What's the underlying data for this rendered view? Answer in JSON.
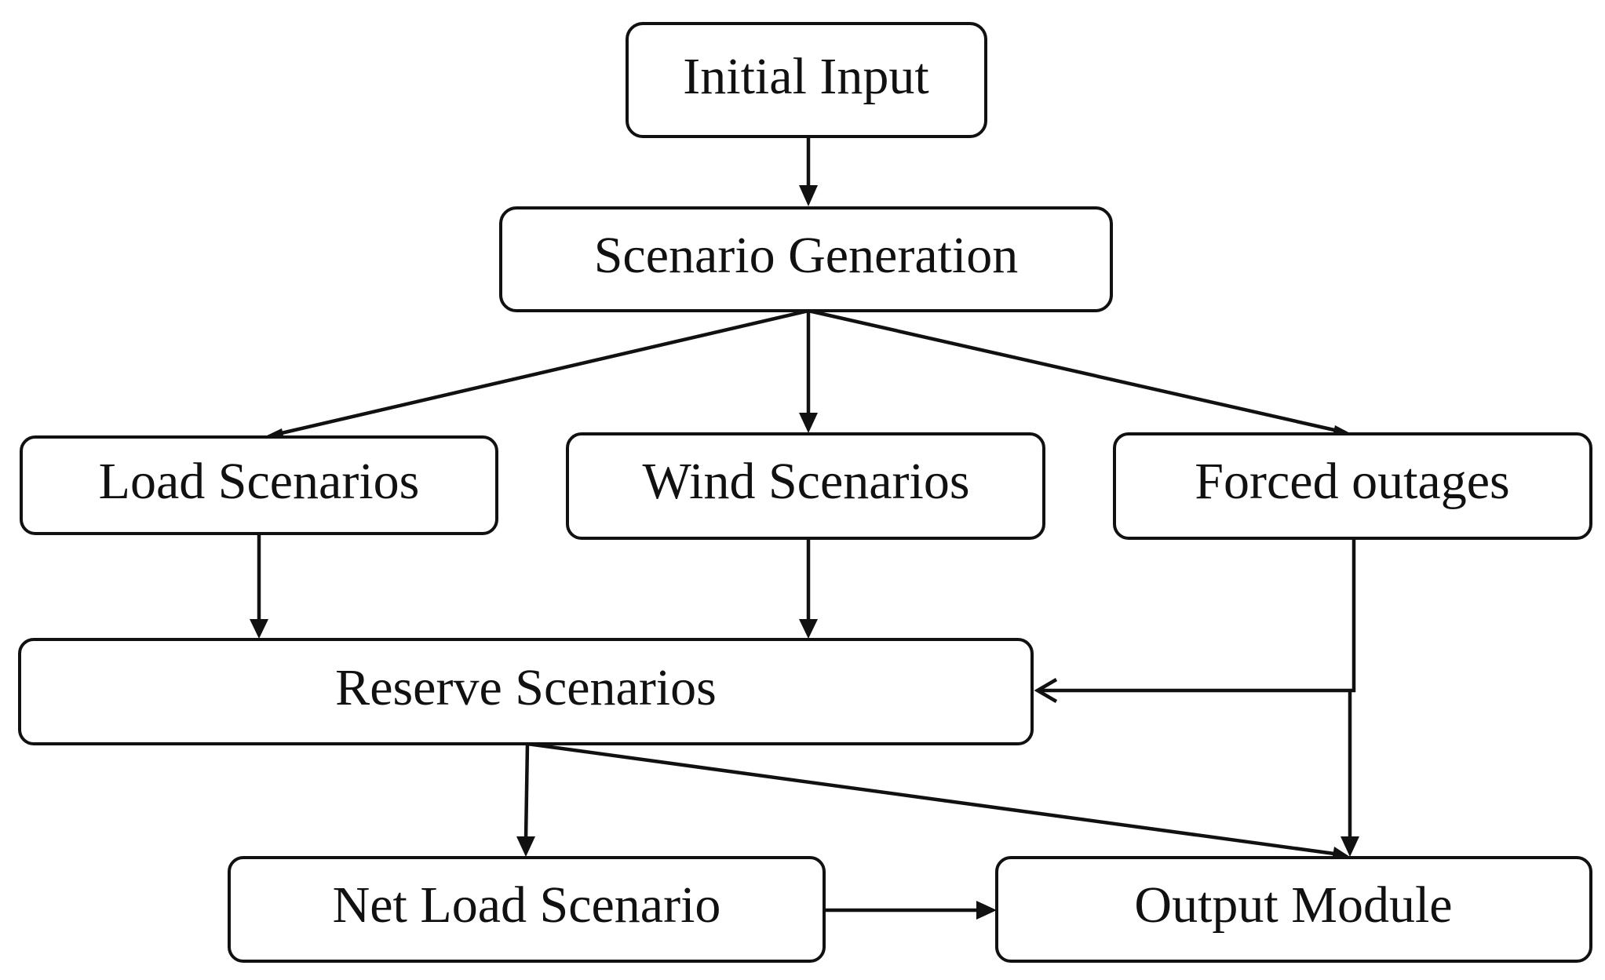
{
  "nodes": {
    "initial_input": "Initial Input",
    "scenario_generation": "Scenario Generation",
    "load_scenarios": "Load Scenarios",
    "wind_scenarios": "Wind Scenarios",
    "forced_outages": "Forced outages",
    "reserve_scenarios": "Reserve Scenarios",
    "net_load_scenario": "Net Load Scenario",
    "output_module": "Output Module"
  },
  "colors": {
    "stroke": "#111111",
    "background": "#ffffff"
  }
}
